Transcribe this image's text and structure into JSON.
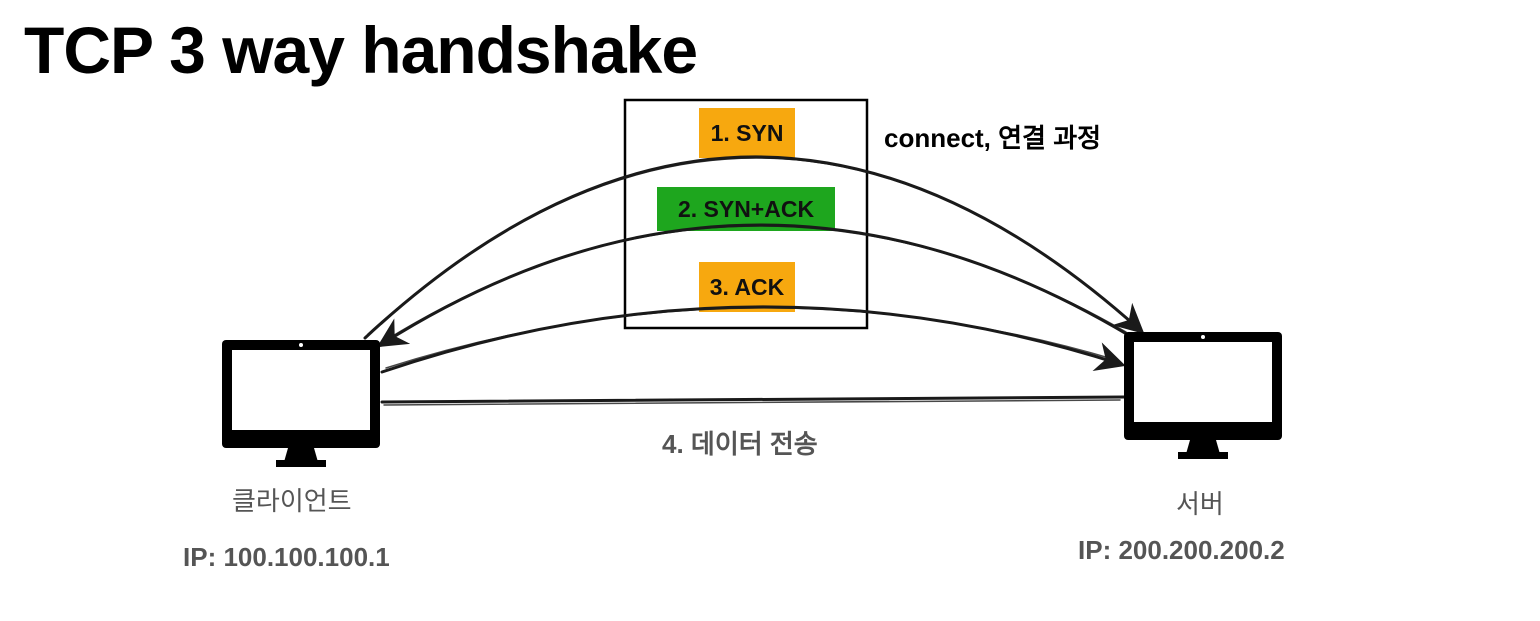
{
  "title": "TCP 3 way handshake",
  "caption": "connect, 연결 과정",
  "steps": [
    {
      "label": "1. SYN",
      "color": "#f7a80f"
    },
    {
      "label": "2. SYN+ACK",
      "color": "#1ea61e"
    },
    {
      "label": "3. ACK",
      "color": "#f7a80f"
    }
  ],
  "data_transfer": "4. 데이터 전송",
  "client": {
    "name": "클라이언트",
    "ip": "IP: 100.100.100.1"
  },
  "server": {
    "name": "서버",
    "ip": "IP: 200.200.200.2"
  },
  "colors": {
    "stroke": "#1a1a1a",
    "text_muted": "#555555"
  }
}
